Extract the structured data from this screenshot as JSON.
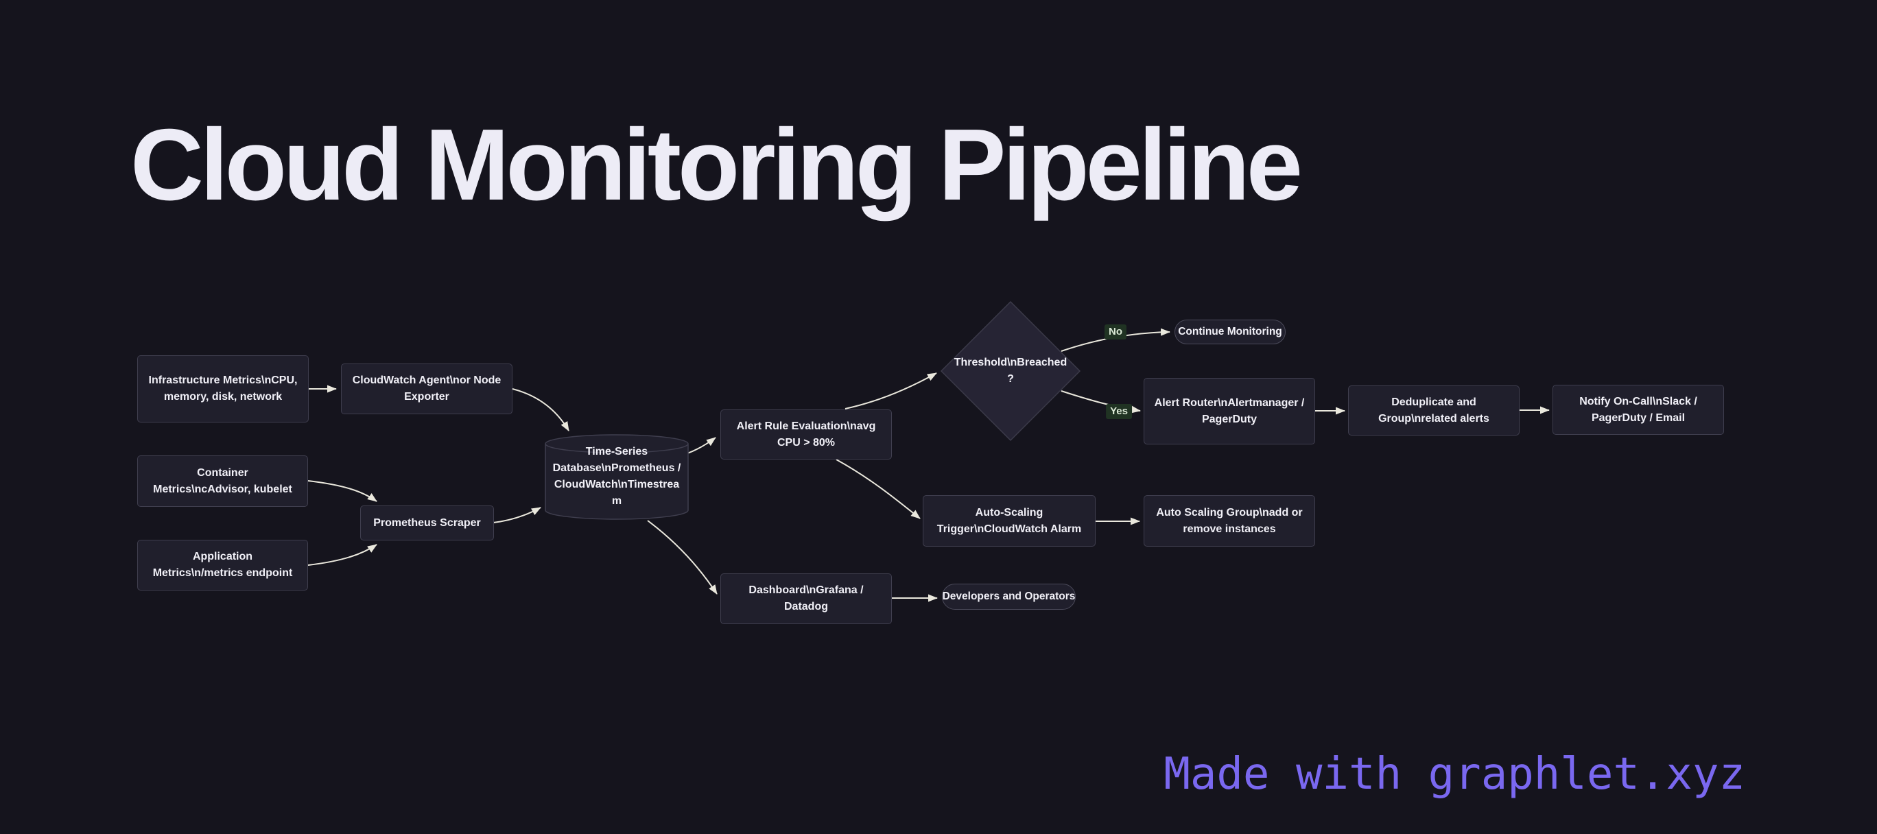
{
  "title": "Cloud Monitoring Pipeline",
  "watermark": "Made with graphlet.xyz",
  "colors": {
    "background": "#15141d",
    "node_fill": "#201f2c",
    "node_border": "#3f3e4e",
    "node_text": "#f1f0f7",
    "diamond_fill": "#262434",
    "edge": "#eae8dd",
    "edge_label_bg": "#203323",
    "edge_label_text": "#dbe8d6",
    "title_text": "#edecf6",
    "watermark_text": "#7a68f0"
  },
  "nodes": {
    "infrastructure": {
      "shape": "rect",
      "label": "Infrastructure Metrics\\nCPU, memory, disk, network"
    },
    "container": {
      "shape": "rect",
      "label": "Container Metrics\\ncAdvisor, kubelet"
    },
    "application": {
      "shape": "rect",
      "label": "Application Metrics\\n/metrics endpoint"
    },
    "cloudwatch_agent": {
      "shape": "rect",
      "label": "CloudWatch Agent\\nor Node Exporter"
    },
    "prometheus_scraper": {
      "shape": "rect",
      "label": "Prometheus Scraper"
    },
    "tsdb": {
      "shape": "cylinder",
      "label": "Time-Series Database\\nPrometheus / CloudWatch\\nTimestream"
    },
    "alert_rule": {
      "shape": "rect",
      "label": "Alert Rule Evaluation\\navg CPU > 80%"
    },
    "dashboard": {
      "shape": "rect",
      "label": "Dashboard\\nGrafana / Datadog"
    },
    "threshold": {
      "shape": "diamond",
      "label": "Threshold\\nBreached?"
    },
    "continue_monitoring": {
      "shape": "stadium",
      "label": "Continue Monitoring"
    },
    "alert_router": {
      "shape": "rect",
      "label": "Alert Router\\nAlertmanager / PagerDuty"
    },
    "deduplicate": {
      "shape": "rect",
      "label": "Deduplicate and Group\\nrelated alerts"
    },
    "notify": {
      "shape": "rect",
      "label": "Notify On-Call\\nSlack / PagerDuty / Email"
    },
    "autoscaling_trigger": {
      "shape": "rect",
      "label": "Auto-Scaling Trigger\\nCloudWatch Alarm"
    },
    "autoscaling_group": {
      "shape": "rect",
      "label": "Auto Scaling Group\\nadd or remove instances"
    },
    "developers": {
      "shape": "stadium",
      "label": "Developers and Operators"
    }
  },
  "edge_labels": {
    "no": "No",
    "yes": "Yes"
  }
}
